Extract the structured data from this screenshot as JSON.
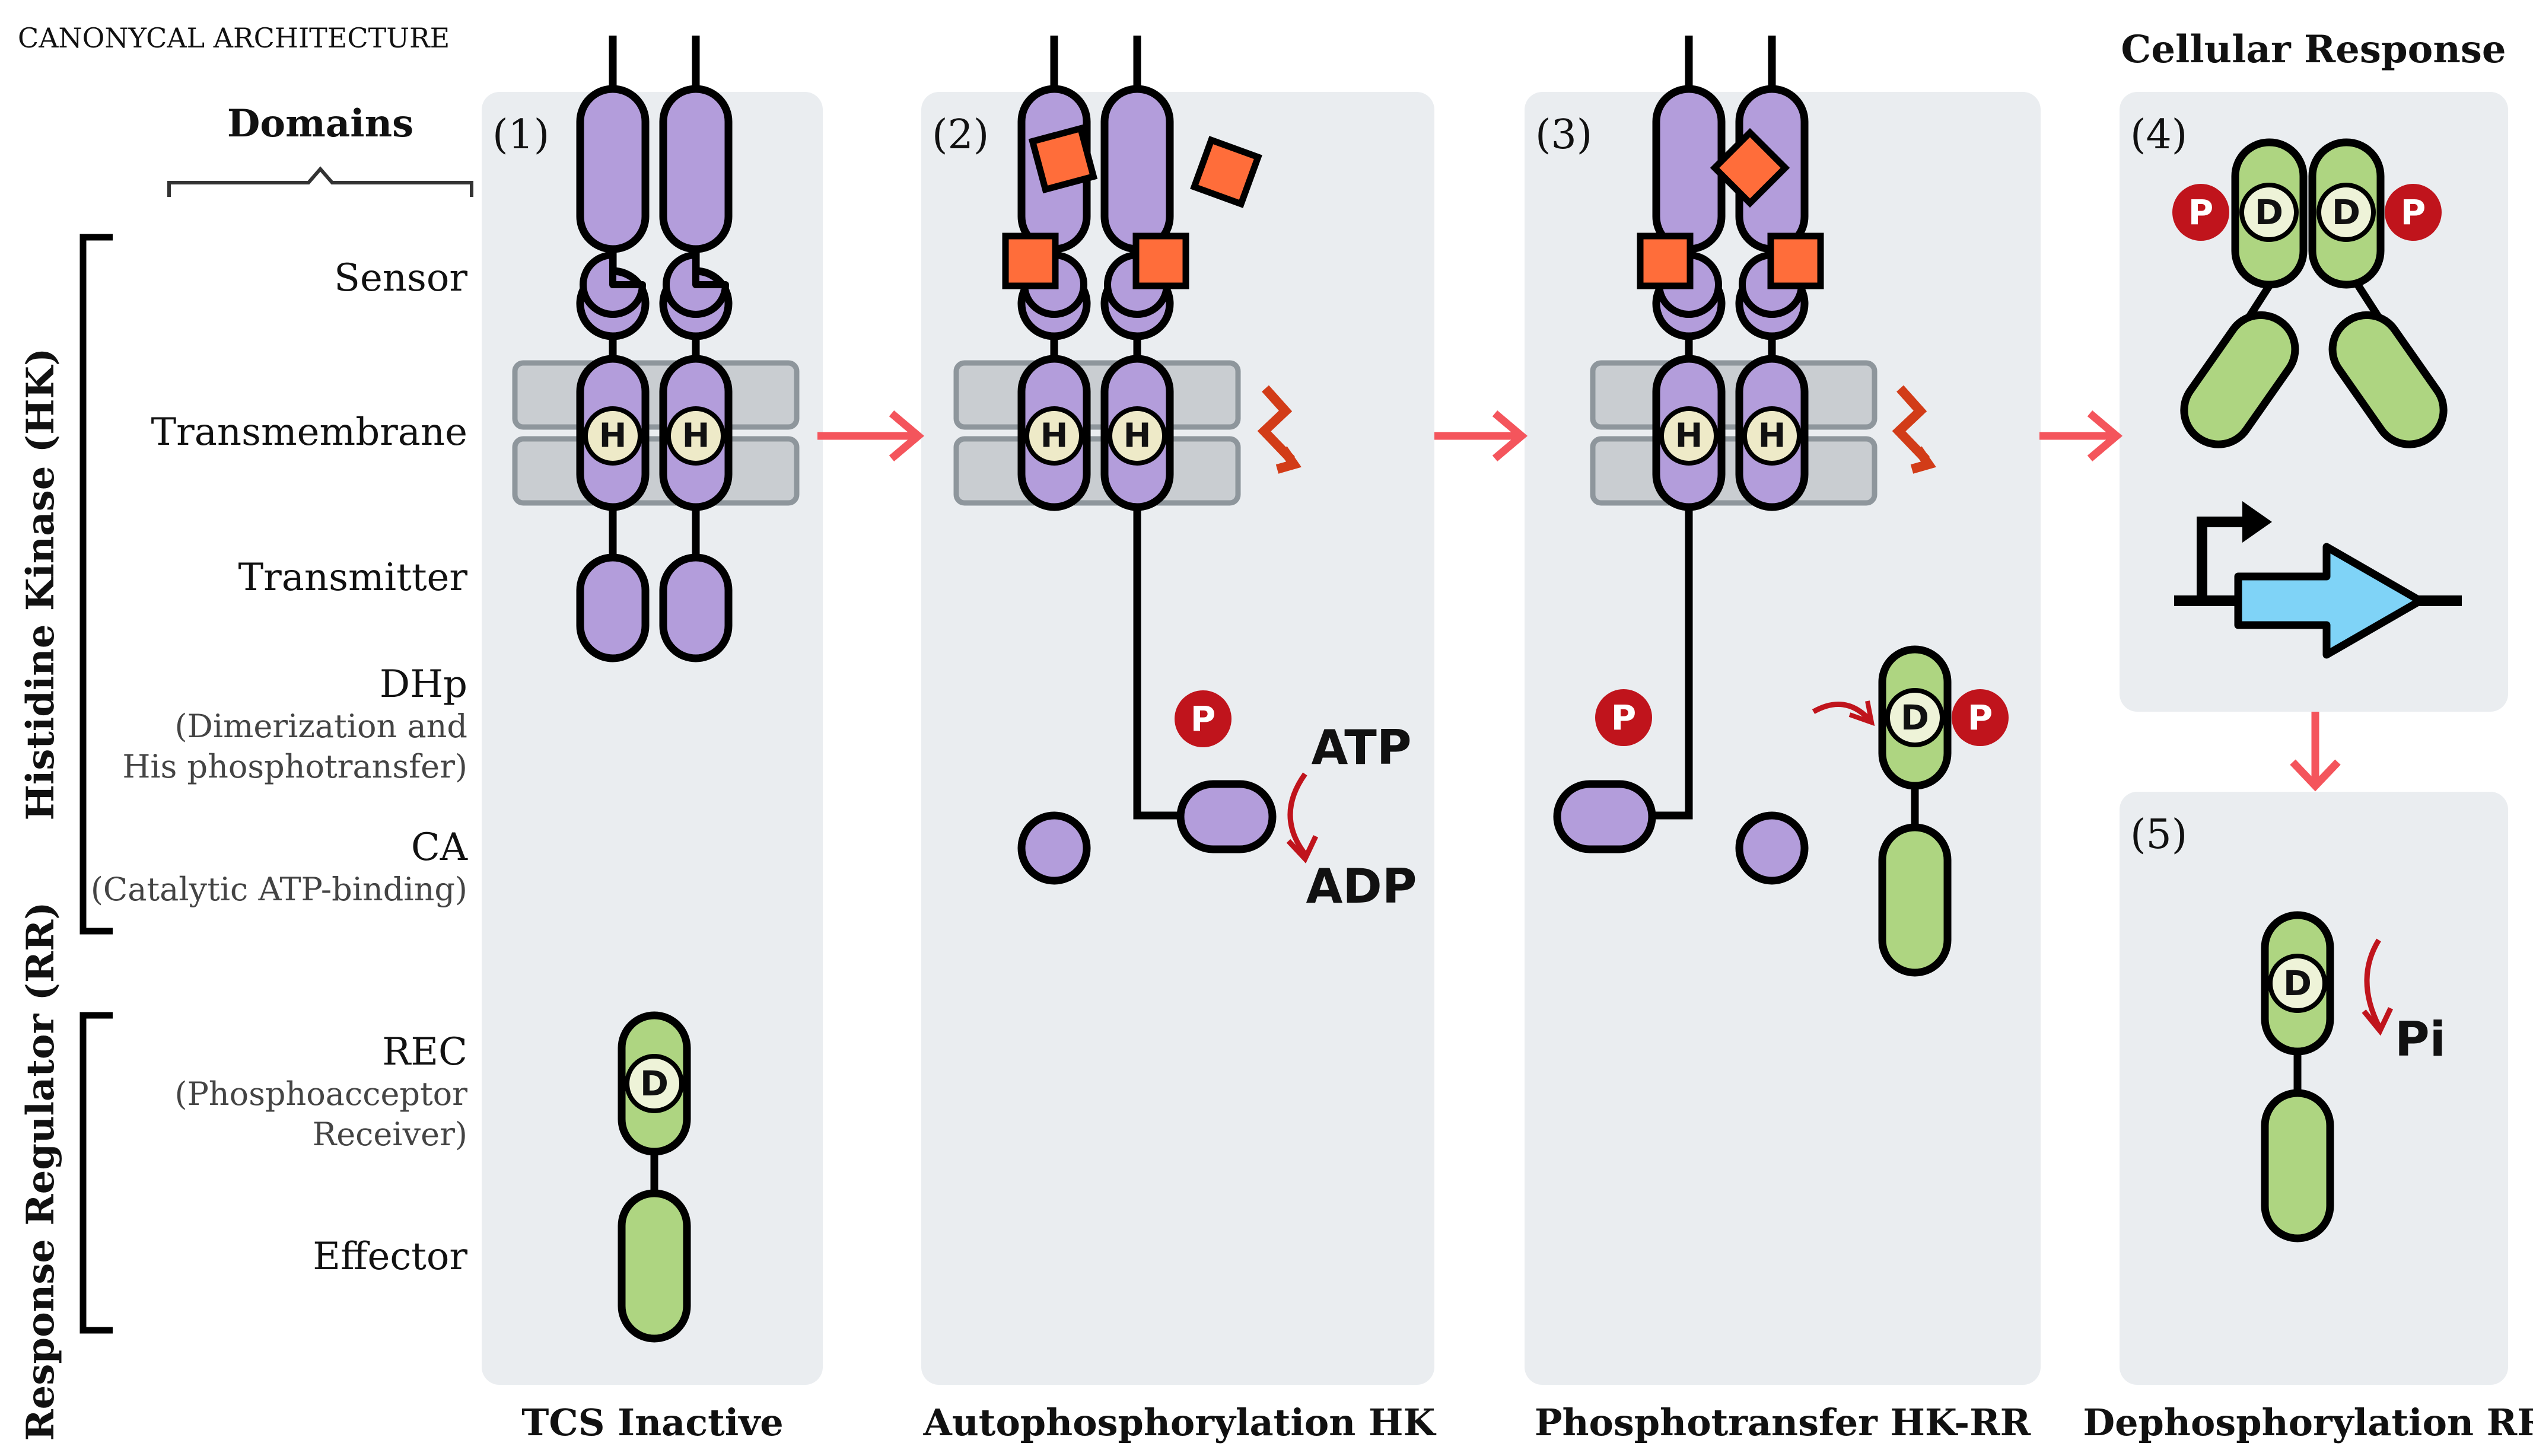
{
  "header": {
    "title": "CANONYCAL ARCHITECTURE",
    "domains_label": "Domains",
    "cellular_response": "Cellular Response"
  },
  "groups": {
    "hk": "Histidine Kinase (HK)",
    "rr": "Response Regulator (RR)"
  },
  "domains": [
    {
      "name": "Sensor",
      "sub": []
    },
    {
      "name": "Transmembrane",
      "sub": []
    },
    {
      "name": "Transmitter",
      "sub": []
    },
    {
      "name": "DHp",
      "sub": [
        "(Dimerization and",
        "His phosphotransfer)"
      ]
    },
    {
      "name": "CA",
      "sub": [
        "(Catalytic ATP-binding)"
      ]
    },
    {
      "name": "REC",
      "sub": [
        "(Phosphoacceptor",
        "Receiver)"
      ]
    },
    {
      "name": "Effector",
      "sub": []
    }
  ],
  "panels": [
    {
      "number": "(1)",
      "caption": "TCS Inactive"
    },
    {
      "number": "(2)",
      "caption": "Autophosphorylation HK"
    },
    {
      "number": "(3)",
      "caption": "Phosphotransfer HK-RR"
    },
    {
      "number": "(4)",
      "caption": ""
    },
    {
      "number": "(5)",
      "caption": "Dephosphorylation RR"
    }
  ],
  "symbols": {
    "his": "H",
    "asp": "D",
    "phospho": "P"
  },
  "reactions": {
    "atp": "ATP",
    "adp": "ADP",
    "pi": "Pi"
  },
  "colors": {
    "hk": "#b39ddb",
    "rr": "#aed581",
    "signal": "#ff6d3a",
    "phospho": "#c0141c",
    "arrow": "#f4555c",
    "panel": "#eaedf0",
    "membrane": "#c9cdd1",
    "gene": "#7fd3f7"
  }
}
